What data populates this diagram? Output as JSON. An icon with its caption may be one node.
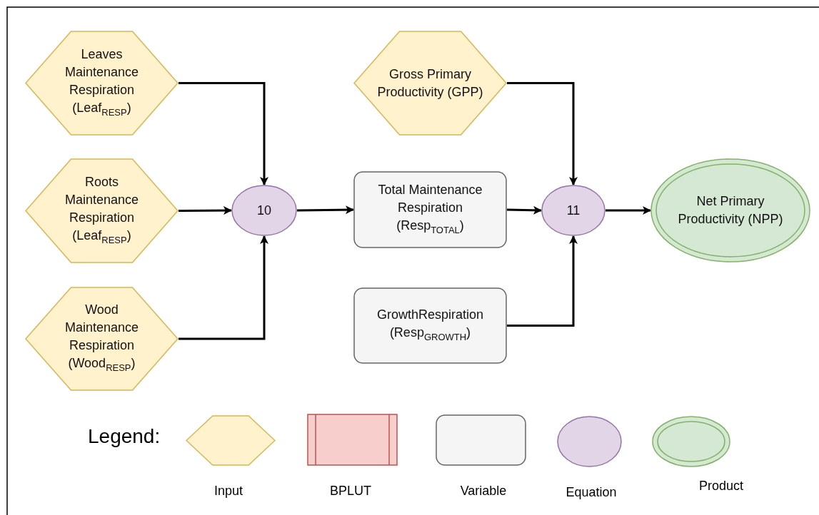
{
  "diagram": {
    "nodes": [
      {
        "text": [
          "Leaves Maintenance Respiration (Leaf$_{RESP}$)"
        ]
      },
      {
        "text": [
          "Roots Maintenance Respiration (Leaf$_{RESP}$)"
        ]
      },
      {
        "text": [
          "Wood Maintenance Respiration (Wood$_{RESP}$)"
        ]
      },
      {
        "text": [
          "Gross Primary Productivity (GPP)"
        ]
      },
      {
        "text": [
          "10"
        ]
      },
      {
        "text": [
          "Total Maintenance Respiration (Resp$_{TOTAL}$)"
        ]
      },
      {
        "text": [
          "GrowthRespiration (Resp$_{GROWTH}$)"
        ]
      },
      {
        "text": [
          "11"
        ]
      },
      {
        "text": [
          "Net Primary Productivity (NPP)"
        ]
      }
    ],
    "edges": [
      {
        "from": 0,
        "to": 4,
        "arrow": "to"
      },
      {
        "from": 1,
        "to": 4,
        "arrow": "to"
      },
      {
        "from": 2,
        "to": 4,
        "arrow": "to"
      },
      {
        "from": 4,
        "to": 5,
        "arrow": "to"
      },
      {
        "from": 3,
        "to": 7,
        "arrow": "to"
      },
      {
        "from": 5,
        "to": 7,
        "arrow": "to"
      },
      {
        "from": 6,
        "to": 7,
        "arrow": "to"
      },
      {
        "from": 7,
        "to": 8,
        "arrow": "to"
      }
    ],
    "labels": [
      "Legend:"
    ],
    "legend": [
      {
        "text": "Input",
        "color": "#fff2cc"
      },
      {
        "text": "BPLUT",
        "color": "#f8cecc"
      },
      {
        "text": "Variable",
        "color": "#f5f5f5"
      },
      {
        "text": "Equation",
        "color": "#e1d5e7"
      },
      {
        "text": "Product",
        "color": "#d5e8d4"
      }
    ]
  }
}
